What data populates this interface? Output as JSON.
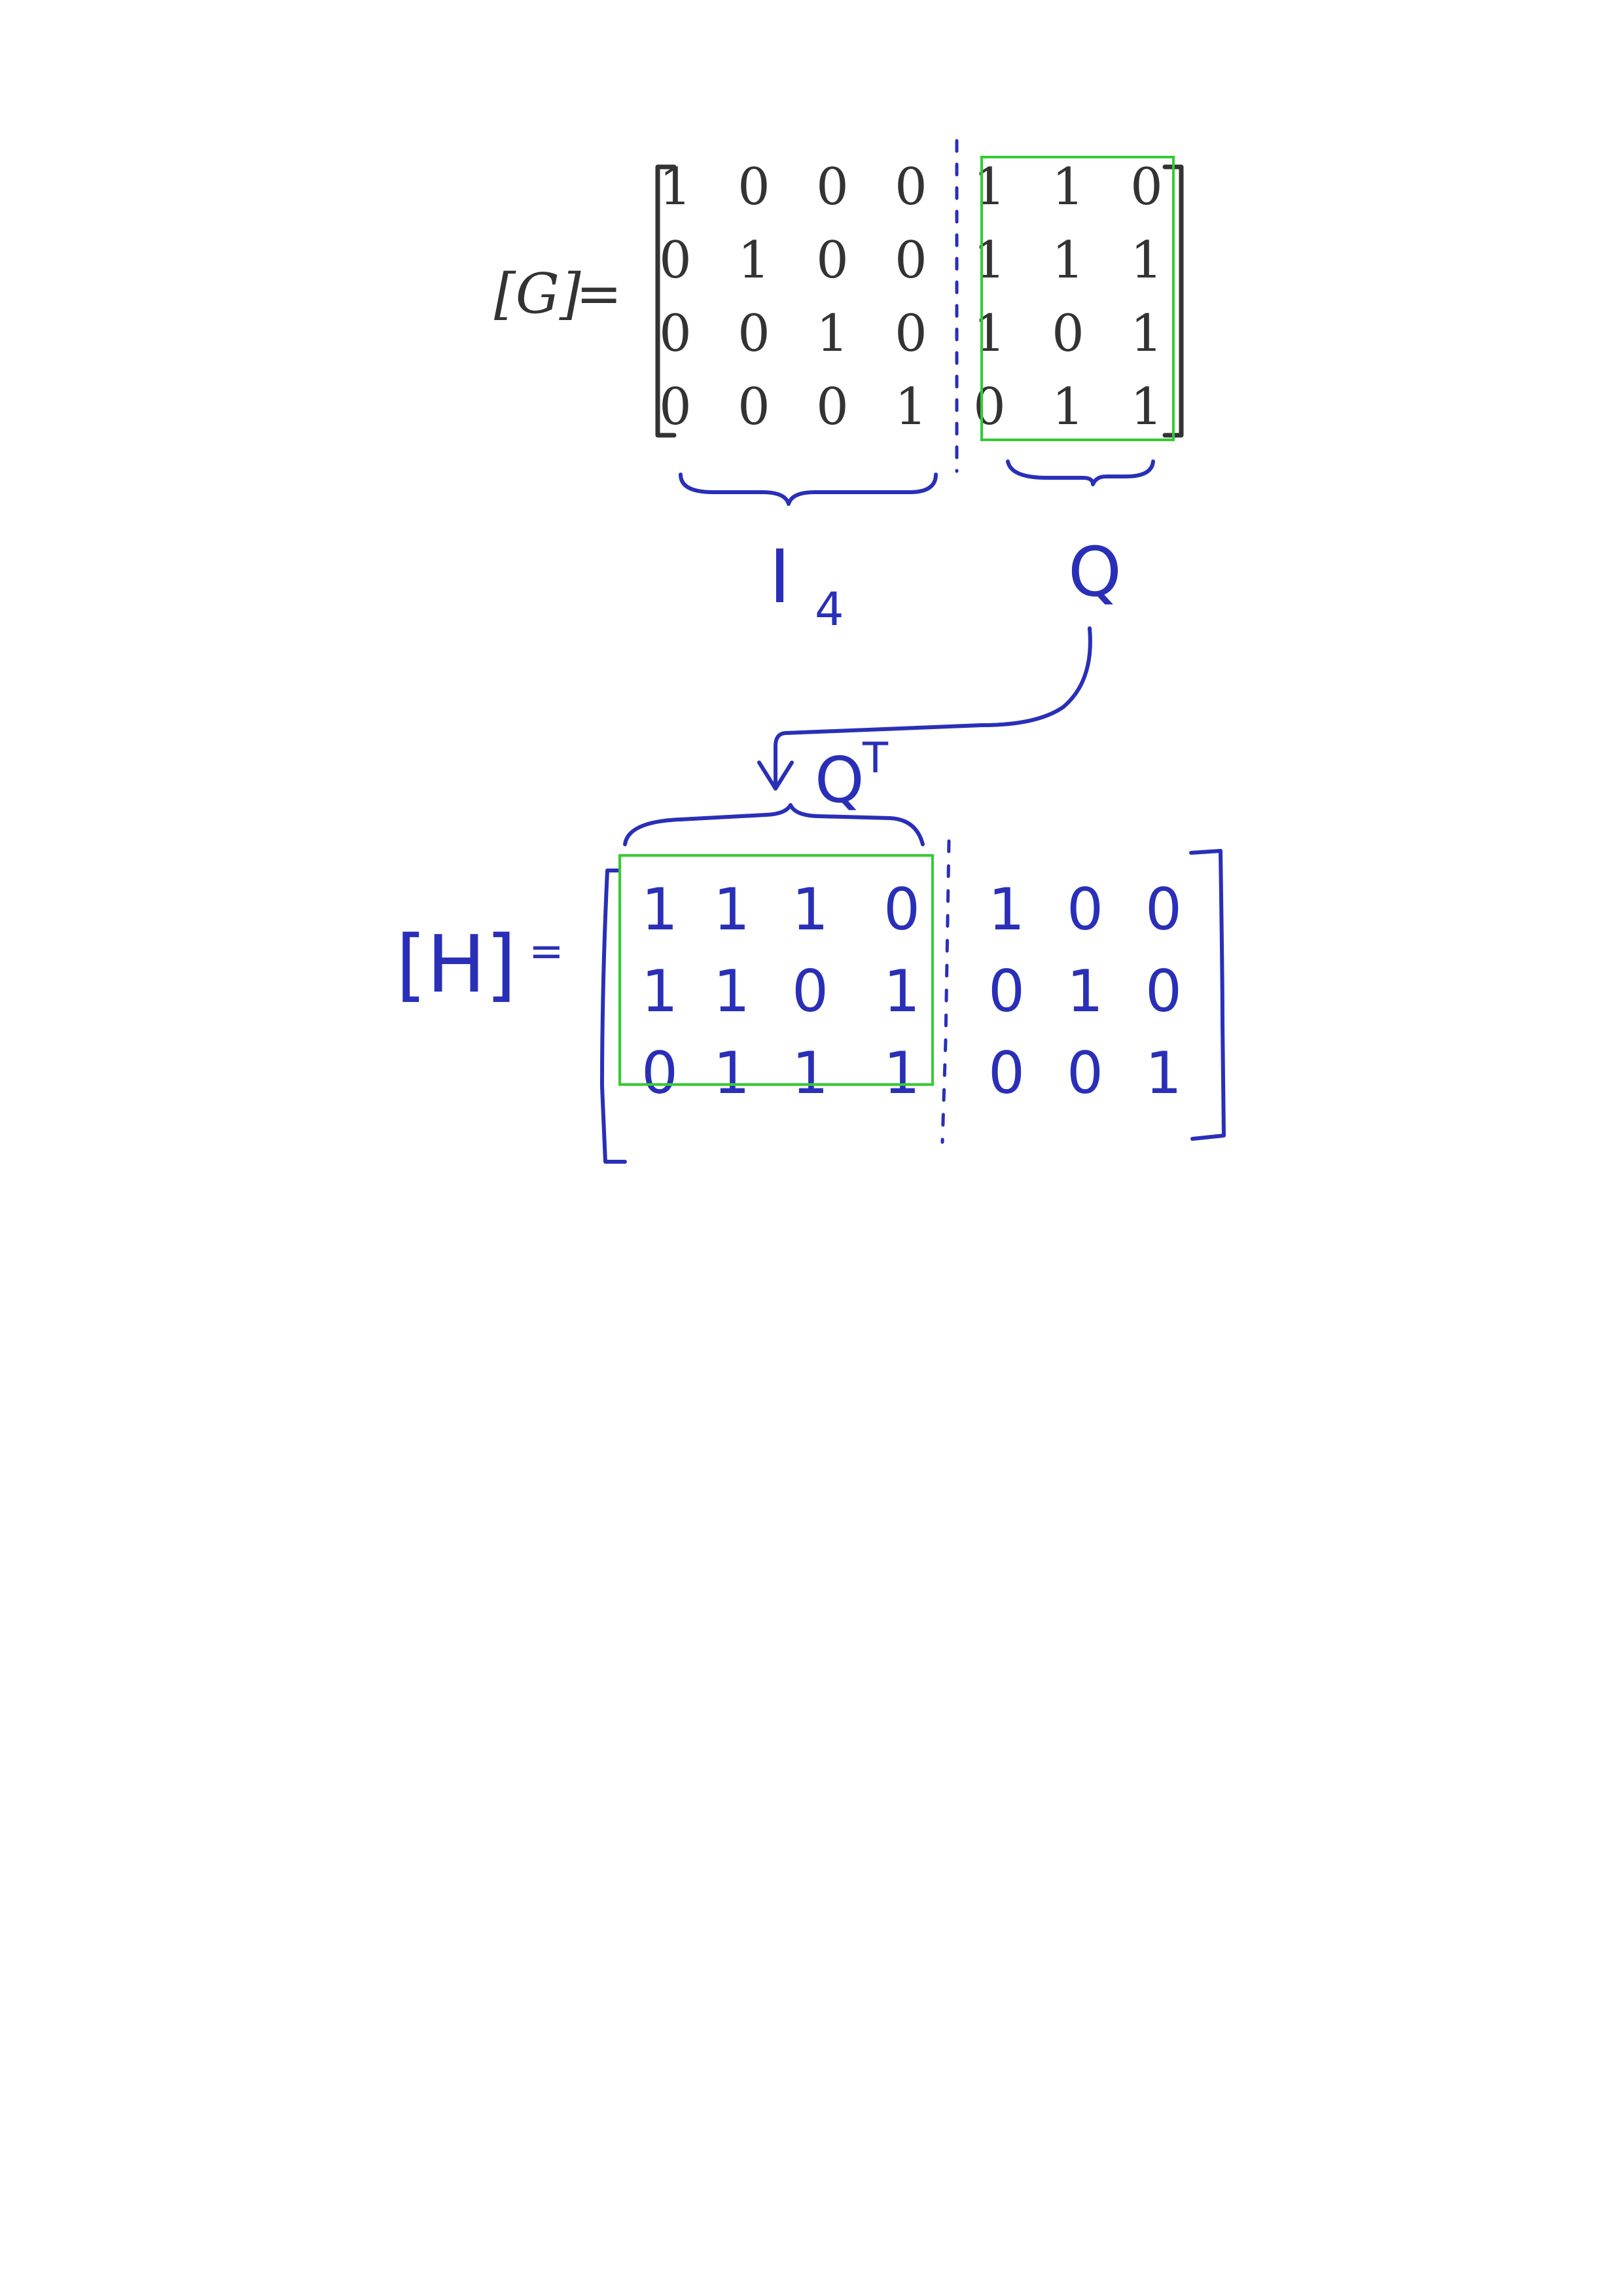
{
  "colors": {
    "typeset": "#333333",
    "handwriting": "#2a2fb8",
    "highlight": "#33cc33",
    "background": "#ffffff"
  },
  "g_equation": {
    "lhs": "[G]",
    "equals": "=",
    "rows": [
      [
        "1",
        "0",
        "0",
        "0",
        "1",
        "1",
        "0"
      ],
      [
        "0",
        "1",
        "0",
        "0",
        "1",
        "1",
        "1"
      ],
      [
        "0",
        "0",
        "1",
        "0",
        "1",
        "0",
        "1"
      ],
      [
        "0",
        "0",
        "0",
        "1",
        "0",
        "1",
        "1"
      ]
    ]
  },
  "annotations": {
    "identity_label": "I",
    "identity_subscript": "4",
    "q_label": "Q",
    "qt_label": "Q",
    "qt_superscript": "T"
  },
  "h_equation": {
    "lhs": "[H]",
    "equals": "=",
    "rows": [
      [
        "1",
        "1",
        "1",
        "0",
        "1",
        "0",
        "0"
      ],
      [
        "1",
        "1",
        "0",
        "1",
        "0",
        "1",
        "0"
      ],
      [
        "0",
        "1",
        "1",
        "1",
        "0",
        "0",
        "1"
      ]
    ]
  }
}
